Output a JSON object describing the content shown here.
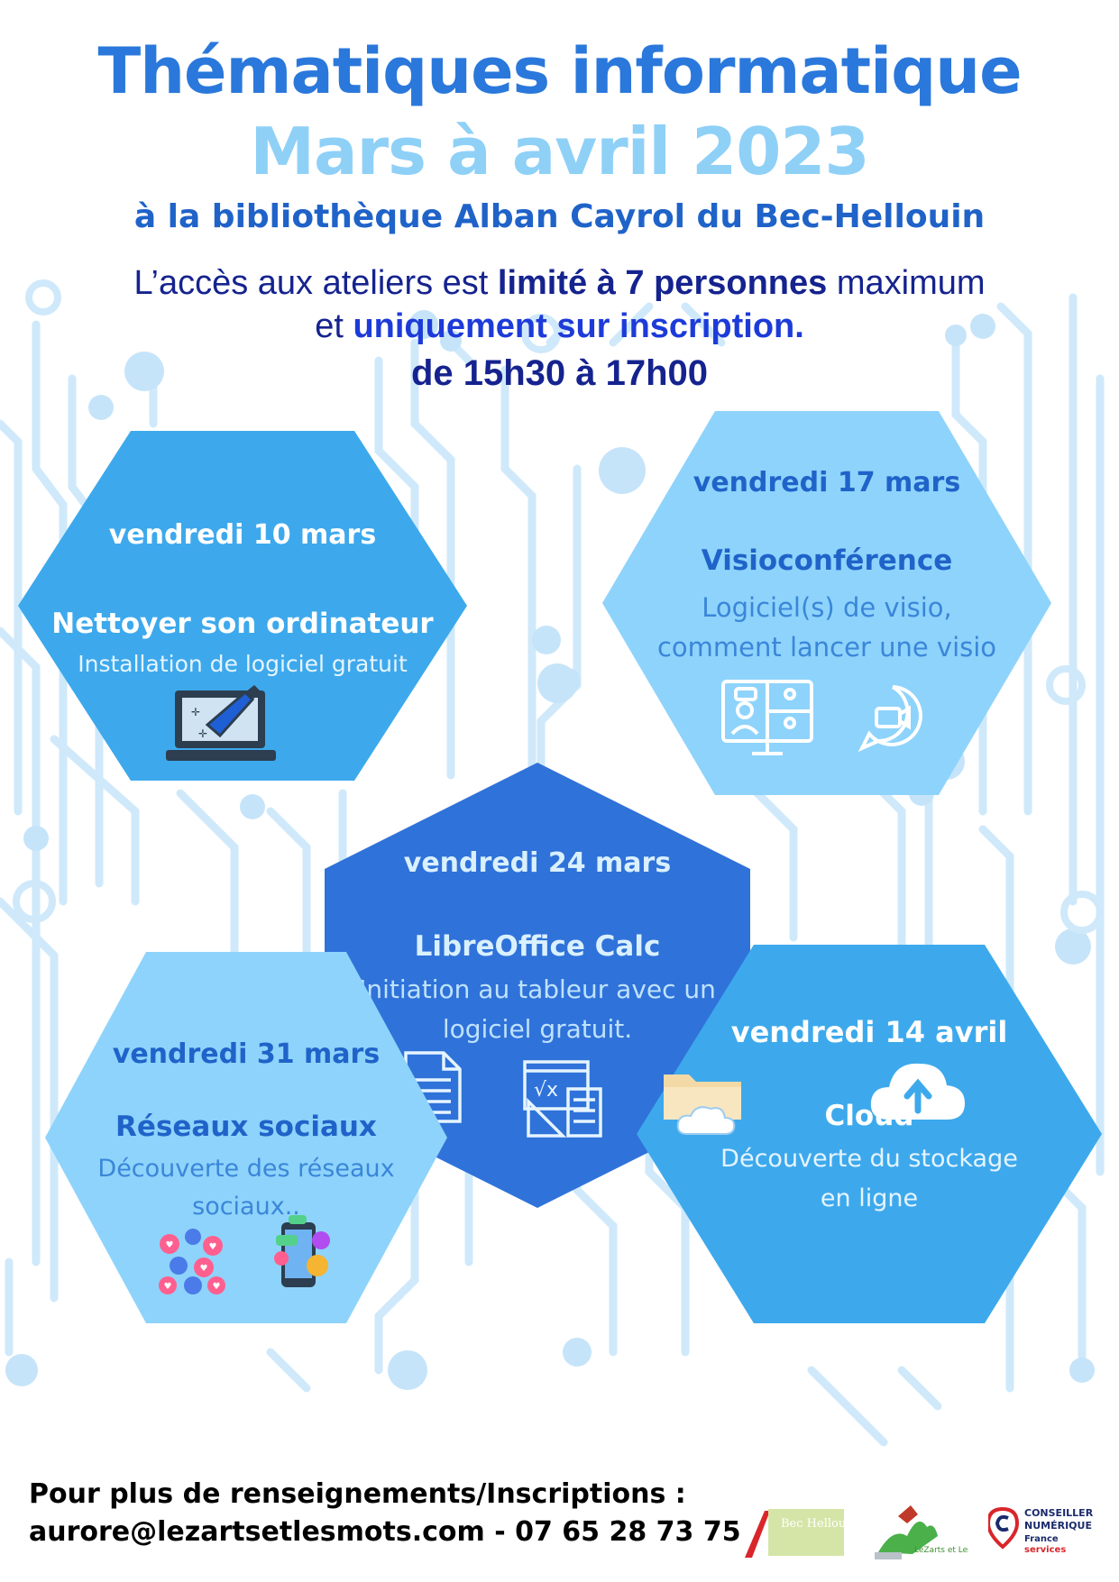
{
  "header": {
    "title_line1": "Thématiques informatique",
    "title_line2": "Mars à avril 2023",
    "subtitle": "à la bibliothèque Alban Cayrol du Bec-Hellouin",
    "access_part1": "L’accès aux ateliers est ",
    "access_bold": "limité à 7 personnes",
    "access_part2": " maximum",
    "access_line2_prefix": "et ",
    "access_line2_bold": "uniquement sur inscription.",
    "hours": "de 15h30 à 17h00"
  },
  "sessions": [
    {
      "date": "vendredi 10 mars",
      "topic": "Nettoyer son ordinateur",
      "description": [
        "Installation de logiciel gratuit"
      ],
      "icon": "laptop-cleaning-icon"
    },
    {
      "date": "vendredi 17 mars",
      "topic": "Visioconférence",
      "description": [
        "Logiciel(s) de visio,",
        "comment lancer une visio"
      ],
      "icon": "video-conference-icon"
    },
    {
      "date": "vendredi 24 mars",
      "topic": "LibreOffice Calc",
      "description": [
        "Initiation au tableur avec un",
        "logiciel gratuit."
      ],
      "icon": "spreadsheet-icon"
    },
    {
      "date": "vendredi 31 mars",
      "topic": "Réseaux sociaux",
      "description": [
        "Découverte des réseaux",
        "sociaux.."
      ],
      "icon": "social-media-icon"
    },
    {
      "date": "vendredi 14 avril",
      "topic": "Cloud",
      "description": [
        "Découverte du stockage",
        "en ligne"
      ],
      "icon": "cloud-upload-icon"
    }
  ],
  "footer": {
    "line1": "Pour plus de renseignements/Inscriptions :",
    "line2": "aurore@lezartsetlesmots.com - 07 65 28 73 75"
  },
  "logos": {
    "bec_hellouin": "Bec Hellouin",
    "lezarts": "LeZarts et Les Mots",
    "conseiller": [
      "CONSEILLER",
      "NUMÉRIQUE",
      "France",
      "services"
    ]
  },
  "colors": {
    "title_blue": "#2a78db",
    "title_light": "#8fd0f7",
    "navy": "#15238f",
    "hex_mid": "#3da9ec",
    "hex_light": "#8ed3fb",
    "hex_dark": "#2f72d9"
  }
}
